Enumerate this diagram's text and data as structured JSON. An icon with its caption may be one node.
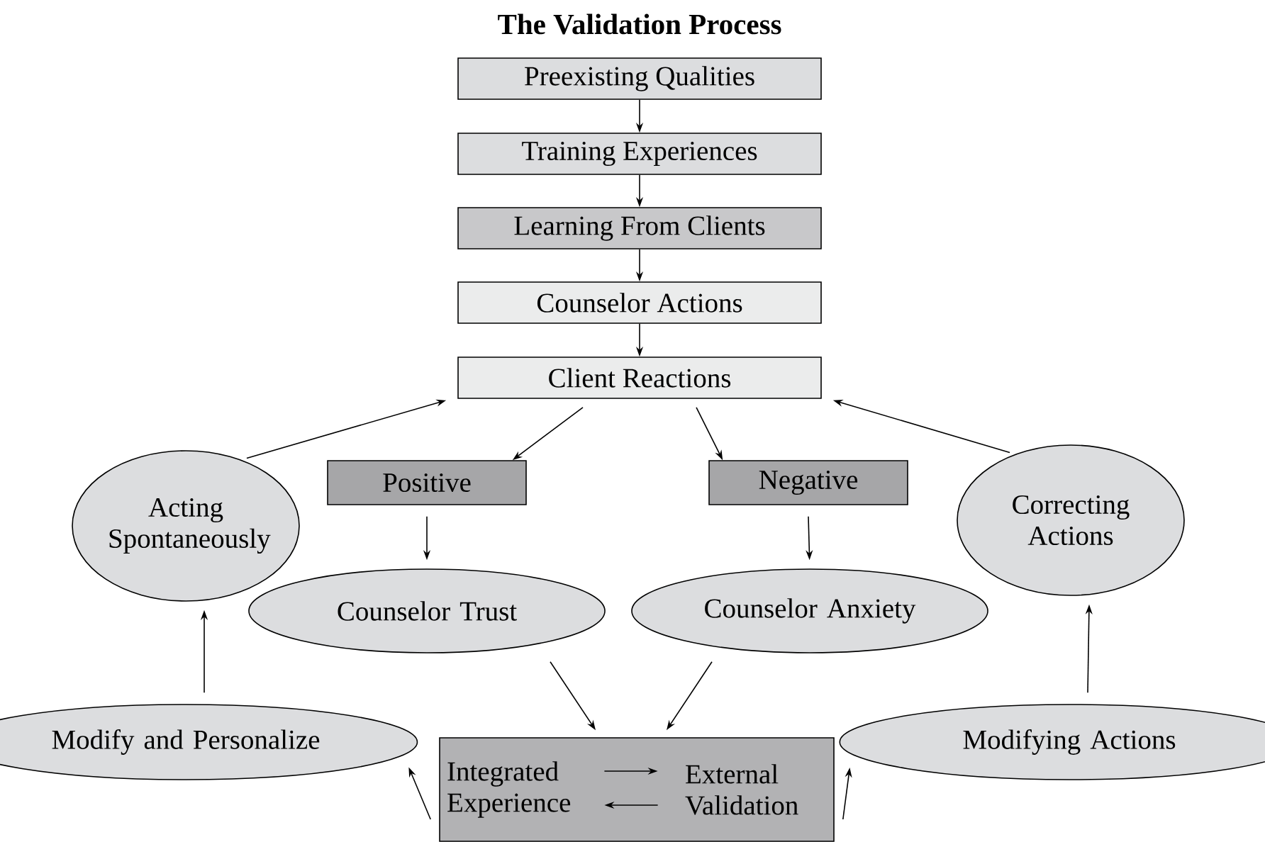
{
  "diagram": {
    "title": "The Validation Process",
    "nodes": [
      {
        "text": [
          "Preexisting Qualities"
        ]
      },
      {
        "text": [
          "Training Experiences"
        ]
      },
      {
        "text": [
          "Learning From Clients"
        ]
      },
      {
        "text": [
          "Counselor Actions"
        ]
      },
      {
        "text": [
          "Client Reactions"
        ]
      },
      {
        "text": [
          "Acting Spontaneously"
        ]
      },
      {
        "text": [
          "Positive"
        ]
      },
      {
        "text": [
          "Negative"
        ]
      },
      {
        "text": [
          "Correcting Actions"
        ]
      },
      {
        "text": [
          "Counselor Trust"
        ]
      },
      {
        "text": [
          "Counselor Anxiety"
        ]
      },
      {
        "text": [
          "Modify and Personalize"
        ]
      },
      {
        "text": [],
        "shape": "box"
      },
      {
        "text": [
          "Integrated Experience"
        ],
        "in": 12
      },
      {
        "text": [
          "External Validation"
        ],
        "in": 12
      },
      {
        "text": [
          "Modifying Actions"
        ]
      }
    ],
    "edges": [
      {
        "from": 0,
        "to": 1,
        "arrow": "to"
      },
      {
        "from": 1,
        "to": 2,
        "arrow": "to"
      },
      {
        "from": 2,
        "to": 3,
        "arrow": "to"
      },
      {
        "from": 3,
        "to": 4,
        "arrow": "to"
      },
      {
        "from": 4,
        "to": 6,
        "arrow": "to"
      },
      {
        "from": 4,
        "to": 7,
        "arrow": "to"
      },
      {
        "from": 6,
        "to": 9,
        "arrow": "to"
      },
      {
        "from": 7,
        "to": 10,
        "arrow": "to"
      },
      {
        "from": 9,
        "to": 12,
        "arrow": "to"
      },
      {
        "from": 10,
        "to": 12,
        "arrow": "to"
      },
      {
        "from": 12,
        "to": 11,
        "arrow": "to"
      },
      {
        "from": 12,
        "to": 15,
        "arrow": "to"
      },
      {
        "from": 11,
        "to": 5,
        "arrow": "to"
      },
      {
        "from": 15,
        "to": 8,
        "arrow": "to"
      },
      {
        "from": 5,
        "to": 4,
        "arrow": "to"
      },
      {
        "from": 8,
        "to": 4,
        "arrow": "to"
      },
      {
        "from": 13,
        "to": 14,
        "arrow": "to"
      },
      {
        "from": 14,
        "to": 13,
        "arrow": "to"
      }
    ]
  }
}
